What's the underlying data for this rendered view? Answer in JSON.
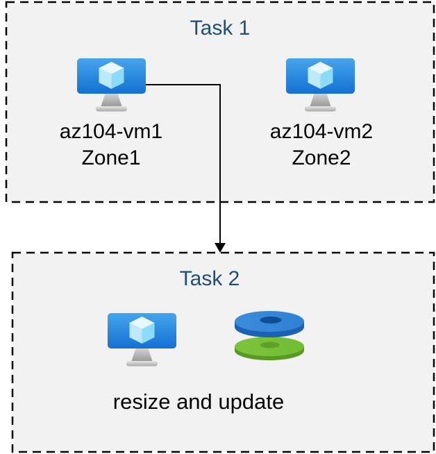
{
  "task1": {
    "title": "Task 1",
    "vm1": {
      "name": "az104-vm1",
      "zone": "Zone1"
    },
    "vm2": {
      "name": "az104-vm2",
      "zone": "Zone2"
    }
  },
  "task2": {
    "title": "Task 2",
    "caption": "resize and update"
  },
  "icons": {
    "vm": "azure-virtual-machine-icon",
    "disks": "azure-managed-disks-icon"
  },
  "colors": {
    "title_text": "#1F4E79",
    "label_text": "#000000",
    "box_fill": "#F2F2F2",
    "box_border": "#000000",
    "arrow": "#000000",
    "monitor_top": "#46A5EC",
    "monitor_bottom": "#1470D2",
    "cube_top": "#E9F8FE",
    "cube_left": "#BDE9FA",
    "cube_right": "#8ADCF8",
    "stand_top": "#D2D2D2",
    "stand_bottom": "#9A9A9A",
    "disk_blue_top": "#2F80D4",
    "disk_blue_side": "#1A63B4",
    "disk_blue_hole": "#0D4F95",
    "disk_green_top": "#72BD33",
    "disk_green_side": "#5B9A22",
    "disk_green_hole": "#609F2A"
  }
}
